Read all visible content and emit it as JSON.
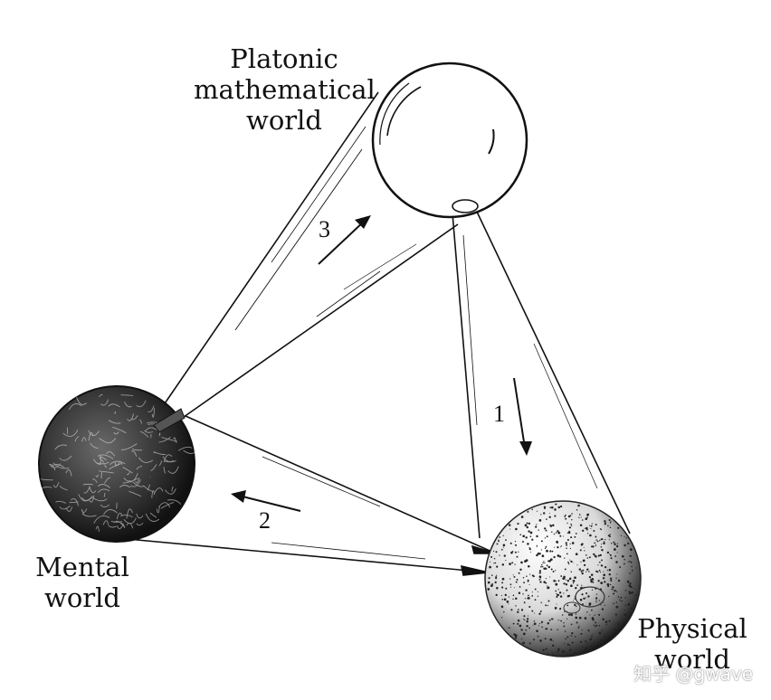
{
  "labels": {
    "platonic": [
      "Platonic",
      "mathematical",
      "world"
    ],
    "mental": [
      "Mental",
      "world"
    ],
    "physical": [
      "Physical",
      "world"
    ]
  },
  "arrows": {
    "one": "1",
    "two": "2",
    "three": "3"
  },
  "watermark": "知乎 @gwave"
}
